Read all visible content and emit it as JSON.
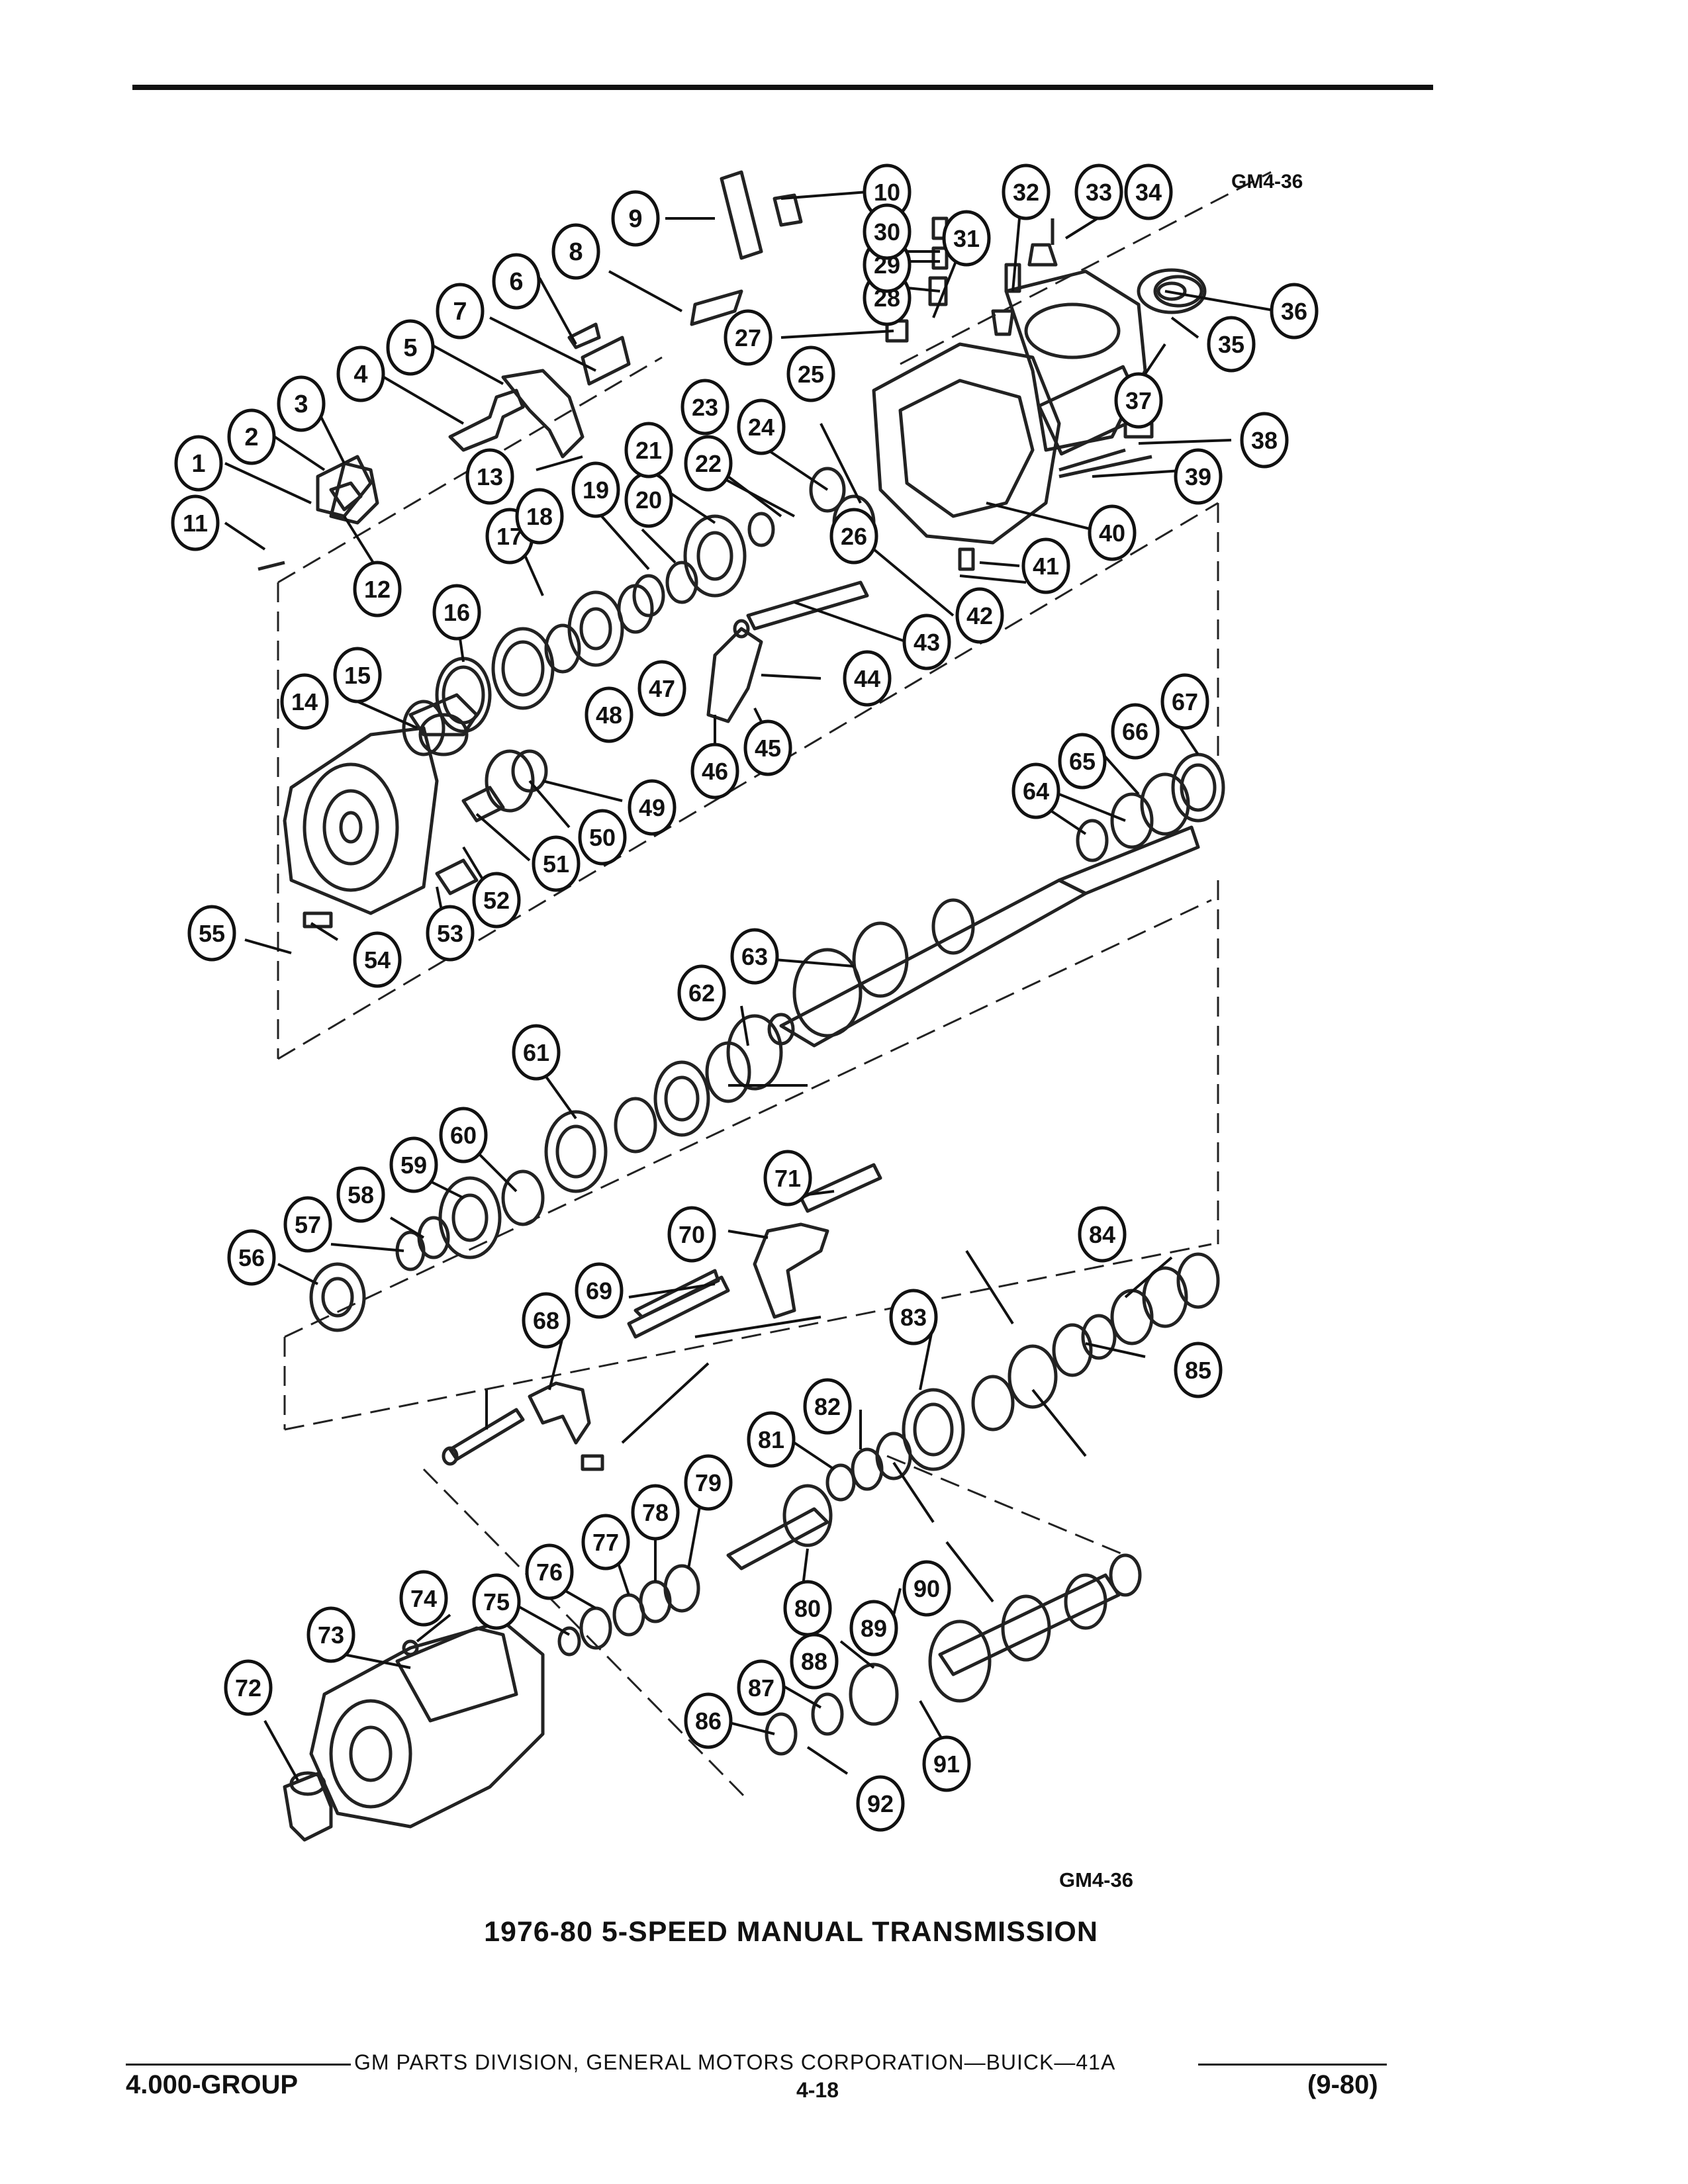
{
  "diagram": {
    "ref_code_top": "GM4-36",
    "ref_code_bottom": "GM4-36",
    "title": "1976-80 5-SPEED MANUAL TRANSMISSION",
    "callouts": [
      "1",
      "2",
      "3",
      "4",
      "5",
      "6",
      "7",
      "8",
      "9",
      "10",
      "11",
      "12",
      "13",
      "14",
      "15",
      "16",
      "17",
      "18",
      "19",
      "20",
      "21",
      "22",
      "23",
      "24",
      "25",
      "26",
      "27",
      "28",
      "29",
      "30",
      "31",
      "32",
      "33",
      "34",
      "35",
      "36",
      "37",
      "38",
      "39",
      "40",
      "41",
      "42",
      "43",
      "44",
      "45",
      "46",
      "47",
      "48",
      "49",
      "50",
      "51",
      "52",
      "53",
      "54",
      "55",
      "56",
      "57",
      "58",
      "59",
      "60",
      "61",
      "62",
      "63",
      "64",
      "65",
      "66",
      "67",
      "68",
      "69",
      "70",
      "71",
      "72",
      "73",
      "74",
      "75",
      "76",
      "77",
      "78",
      "79",
      "80",
      "81",
      "82",
      "83",
      "84",
      "85",
      "86",
      "87",
      "88",
      "89",
      "90",
      "91",
      "92"
    ]
  },
  "footer": {
    "division": "GM PARTS DIVISION, GENERAL MOTORS CORPORATION—BUICK—41A",
    "group": "4.000-GROUP",
    "page": "4-18",
    "date": "(9-80)"
  }
}
